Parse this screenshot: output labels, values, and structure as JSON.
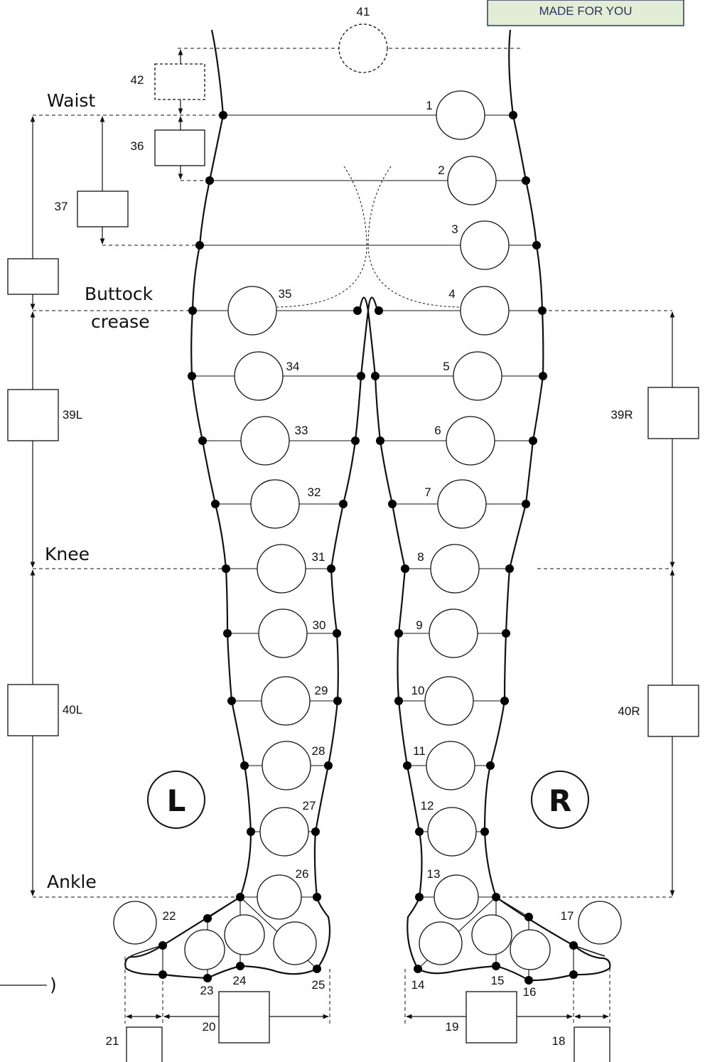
{
  "banner": "MADE FOR YOU",
  "landmarks": {
    "waist": "Waist",
    "buttock_line1": "Buttock",
    "buttock_line2": "crease",
    "knee": "Knee",
    "ankle": "Ankle"
  },
  "sides": {
    "left": "L",
    "right": "R"
  },
  "points": {
    "p1": "1",
    "p2": "2",
    "p3": "3",
    "p4": "4",
    "p5": "5",
    "p6": "6",
    "p7": "7",
    "p8": "8",
    "p9": "9",
    "p10": "10",
    "p11": "11",
    "p12": "12",
    "p13": "13",
    "p14": "14",
    "p15": "15",
    "p16": "16",
    "p17": "17",
    "p18": "18",
    "p19": "19",
    "p20": "20",
    "p21": "21",
    "p22": "22",
    "p23": "23",
    "p24": "24",
    "p25": "25",
    "p26": "26",
    "p27": "27",
    "p28": "28",
    "p29": "29",
    "p30": "30",
    "p31": "31",
    "p32": "32",
    "p33": "33",
    "p34": "34",
    "p35": "35",
    "p36": "36",
    "p37": "37",
    "p39l": "39L",
    "p39r": "39R",
    "p40l": "40L",
    "p40r": "40R",
    "p41": "41",
    "p42": "42"
  },
  "fragment": ")"
}
